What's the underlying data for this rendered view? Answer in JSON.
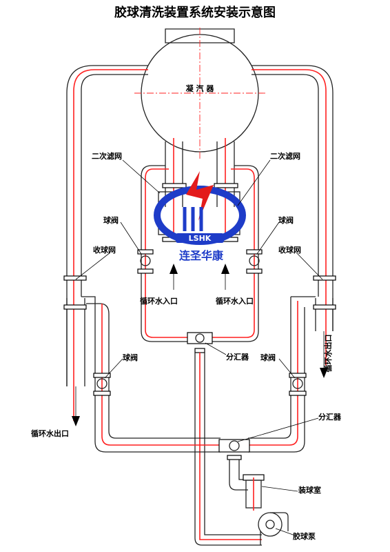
{
  "title": "胶球清洗装置系统安装示意图",
  "labels": {
    "condenser": "凝 汽 器",
    "secondary_filter_left": "二次滤网",
    "secondary_filter_right": "二次滤网",
    "ball_valve_upper_left": "球阀",
    "ball_valve_upper_right": "球阀",
    "collector_left": "收球网",
    "collector_right": "收球网",
    "inlet_left": "循环水入口",
    "inlet_right": "循环水入口",
    "outlet_right": "循环水出口",
    "outlet_left": "循环水出口",
    "distributor_upper": "分汇器",
    "distributor_lower": "分汇器",
    "ball_valve_lower_left": "球阀",
    "ball_valve_lower_right": "球阀",
    "ball_chamber": "装球室",
    "ball_pump": "胶球泵"
  },
  "logo": {
    "abbr": "LSHK",
    "company": "连圣华康",
    "colors": {
      "ring": "#1e3cc8",
      "bolt": "#e31b1b",
      "text": "#1e3cc8"
    }
  },
  "colors": {
    "pipe": "#222222",
    "centerline": "#ff1f1f"
  }
}
